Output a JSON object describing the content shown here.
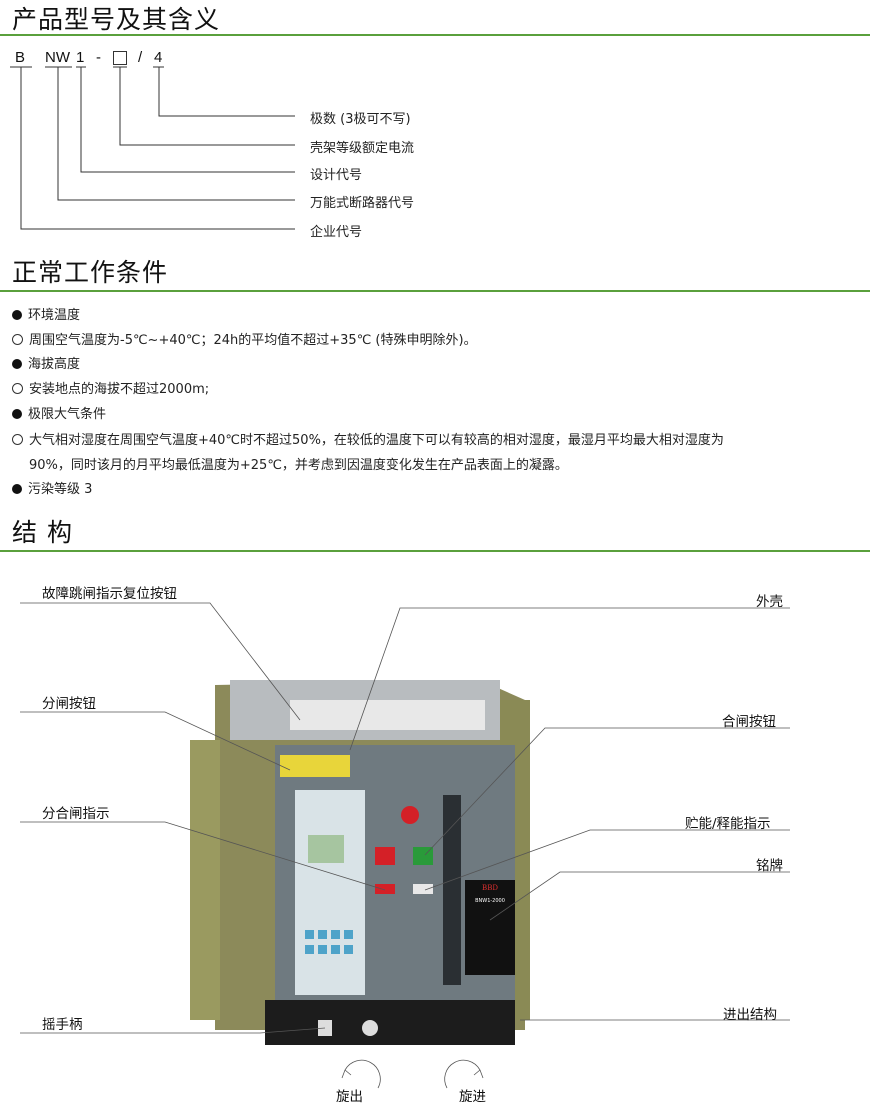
{
  "sections": {
    "model": {
      "title": "产品型号及其含义"
    },
    "conditions": {
      "title": "正常工作条件"
    },
    "structure": {
      "title": "结 构"
    }
  },
  "model_code": {
    "parts": [
      "B",
      "NW",
      "1",
      "-",
      "/",
      "4"
    ],
    "meanings": [
      "极数 (3极可不写)",
      "壳架等级额定电流",
      "设计代号",
      "万能式断路器代号",
      "企业代号"
    ]
  },
  "conditions": [
    {
      "type": "filled",
      "text": "环境温度"
    },
    {
      "type": "open",
      "text": "周围空气温度为-5℃~+40℃；24h的平均值不超过+35℃ (特殊申明除外)。"
    },
    {
      "type": "filled",
      "text": "海拔高度"
    },
    {
      "type": "open",
      "text": "安装地点的海拔不超过2000m;"
    },
    {
      "type": "filled",
      "text": "极限大气条件"
    },
    {
      "type": "open",
      "text": "大气相对湿度在周围空气温度+40℃时不超过50%，在较低的温度下可以有较高的相对湿度，最湿月平均最大相对湿度为"
    },
    {
      "type": "none",
      "text": "90%，同时该月的月平均最低温度为+25℃，并考虑到因温度变化发生在产品表面上的凝露。"
    },
    {
      "type": "filled",
      "text": "污染等级 3"
    }
  ],
  "structure_labels": {
    "left": [
      "故障跳闸指示复位按钮",
      "分闸按钮",
      "分合闸指示",
      "摇手柄"
    ],
    "right": [
      "外壳",
      "合闸按钮",
      "贮能/释能指示",
      "铭牌",
      "进出结构"
    ],
    "rotate_out": "旋出",
    "rotate_in": "旋进"
  },
  "nameplate": {
    "brand": "BBD",
    "model": "BNW1-2000"
  },
  "colors": {
    "accent": "#5aa03c",
    "body": "#6f7a80",
    "close_button": "#2a9a3a",
    "open_button": "#d42027"
  }
}
